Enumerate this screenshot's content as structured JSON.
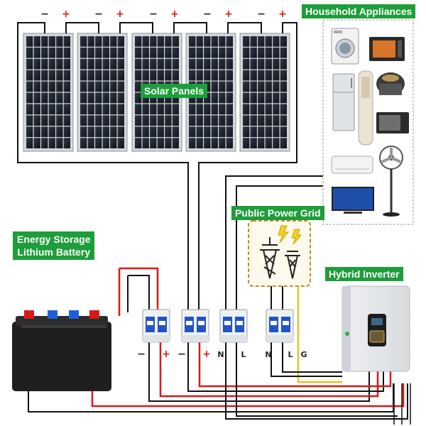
{
  "labels": {
    "solar_panels": "Solar Panels",
    "household_appliances": "Household Appliances",
    "public_power_grid": "Public Power Grid",
    "hybrid_inverter": "Hybrid Inverter",
    "energy_storage_line1": "Energy Storage",
    "energy_storage_line2": "Lithium Battery"
  },
  "panel_polarity": {
    "negative": "−",
    "positive": "+"
  },
  "breaker_terminals": {
    "battery_breaker": [
      "−",
      "+"
    ],
    "pv_breaker": [
      "−",
      "+"
    ],
    "ac_input_breaker": [
      "N",
      "L"
    ],
    "ac_output_breaker": [
      "N",
      "L",
      "G"
    ]
  },
  "appliances": [
    "washing-machine",
    "microwave-oven",
    "refrigerator",
    "air-conditioner-tower",
    "rice-cooker",
    "microwave",
    "wall-air-conditioner",
    "standing-fan",
    "television"
  ],
  "colors": {
    "label_bg": "#1e9e3a",
    "wire_dc_negative": "#111111",
    "wire_dc_positive": "#d81919",
    "wire_ground": "#e8c21a",
    "grid_frame": "#c48a2a",
    "bolt": "#f2d21b"
  }
}
